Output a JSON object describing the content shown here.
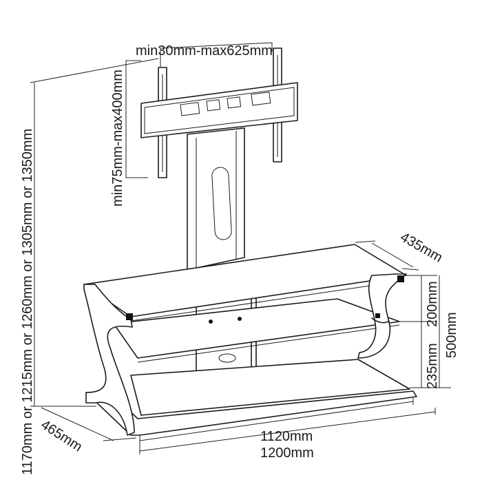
{
  "dimensions": {
    "vesa_width": "min30mm-max625mm",
    "vesa_height": "min75mm-max400mm",
    "total_height": "1170mm or 1215mm or 1260mm or 1305mm or 1350mm",
    "depth_top": "435mm",
    "depth_base": "465mm",
    "shelf_gap_upper": "200mm",
    "shelf_gap_lower": "235mm",
    "cabinet_height": "500mm",
    "inner_width": "1120mm",
    "outer_width": "1200mm"
  }
}
